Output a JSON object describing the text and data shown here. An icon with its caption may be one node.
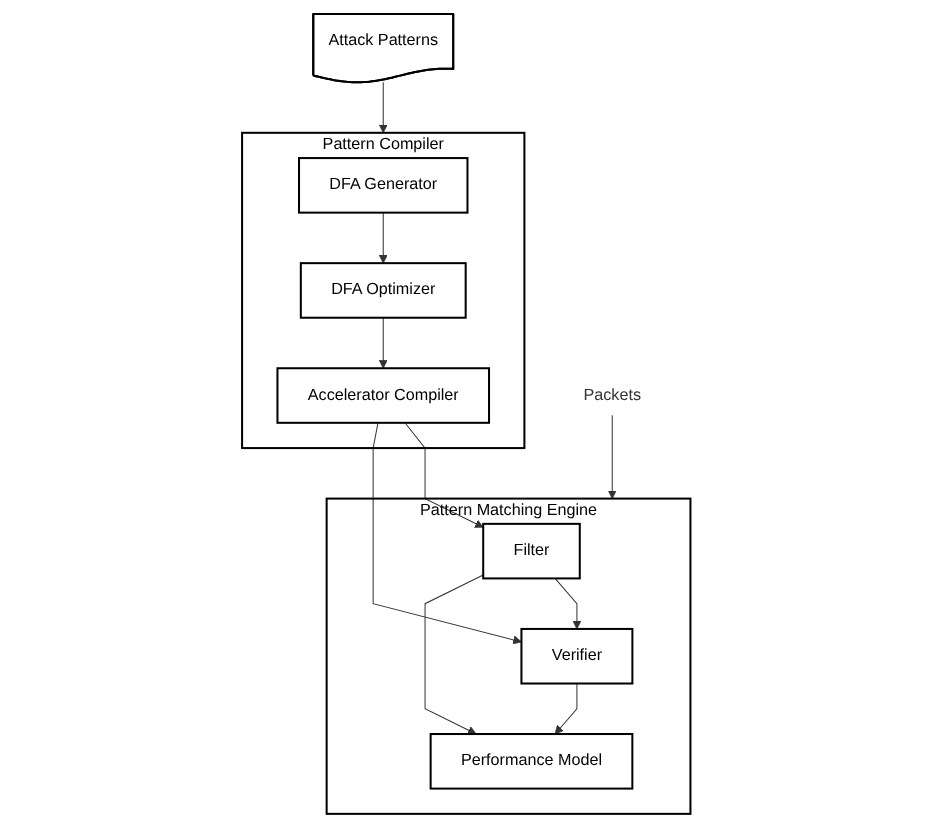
{
  "diagram": {
    "nodes": [
      {
        "text": [
          "Attack Patterns"
        ]
      },
      {
        "text": [
          "Pattern Compiler"
        ]
      },
      {
        "text": [
          "DFA Generator"
        ],
        "in": 1
      },
      {
        "text": [
          "DFA Optimizer"
        ],
        "in": 1
      },
      {
        "text": [
          "Accelerator Compiler"
        ],
        "in": 1
      },
      {
        "text": [
          "Packets"
        ]
      },
      {
        "text": [
          "Pattern Matching Engine"
        ]
      },
      {
        "text": [
          "Filter"
        ],
        "in": 6
      },
      {
        "text": [
          "Verifier"
        ],
        "in": 6
      },
      {
        "text": [
          "Performance Model"
        ],
        "in": 6
      }
    ],
    "edges": [
      {
        "from": 0,
        "to": 1,
        "arrow": "to"
      },
      {
        "from": 2,
        "to": 3,
        "arrow": "to"
      },
      {
        "from": 3,
        "to": 4,
        "arrow": "to"
      },
      {
        "from": 4,
        "to": 7,
        "arrow": "to"
      },
      {
        "from": 4,
        "to": 8,
        "arrow": "to"
      },
      {
        "from": 5,
        "to": 6,
        "arrow": "to"
      },
      {
        "from": 7,
        "to": 8,
        "arrow": "to"
      },
      {
        "from": 7,
        "to": 9,
        "arrow": "to"
      },
      {
        "from": 8,
        "to": 9,
        "arrow": "to"
      }
    ]
  }
}
